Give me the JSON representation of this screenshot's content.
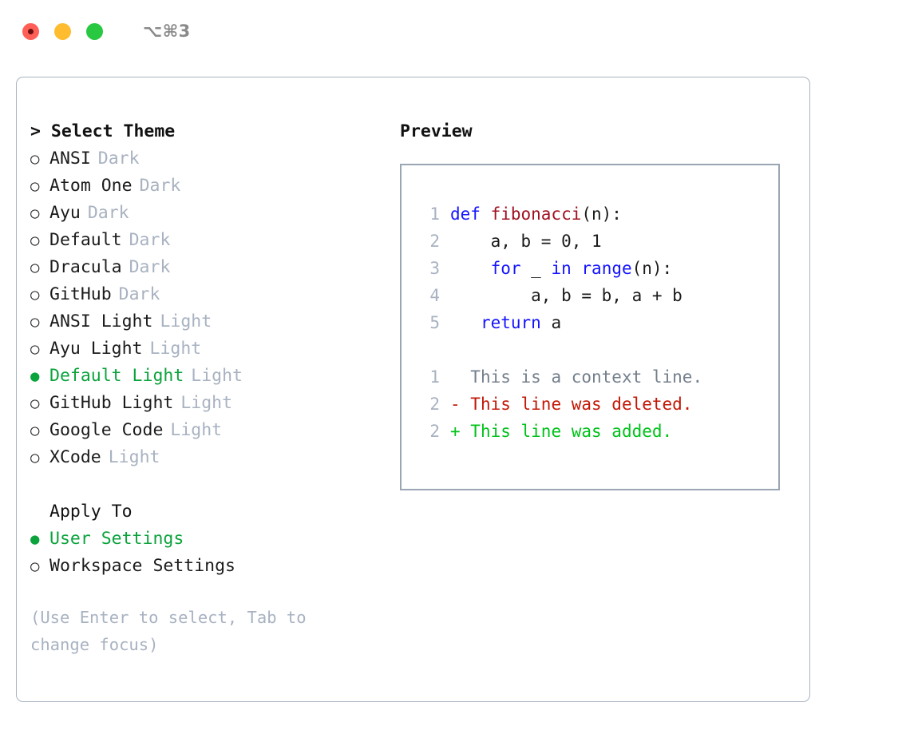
{
  "titlebar": {
    "shortcut": "⌥⌘3",
    "lights": [
      "close-red",
      "minimize-yellow",
      "maximize-green"
    ]
  },
  "theme_selector": {
    "header": "> Select Theme",
    "items": [
      {
        "bullet": "○",
        "label": "ANSI",
        "tag": "Dark",
        "selected": false
      },
      {
        "bullet": "○",
        "label": "Atom One",
        "tag": "Dark",
        "selected": false
      },
      {
        "bullet": "○",
        "label": "Ayu",
        "tag": "Dark",
        "selected": false
      },
      {
        "bullet": "○",
        "label": "Default",
        "tag": "Dark",
        "selected": false
      },
      {
        "bullet": "○",
        "label": "Dracula",
        "tag": "Dark",
        "selected": false
      },
      {
        "bullet": "○",
        "label": "GitHub",
        "tag": "Dark",
        "selected": false
      },
      {
        "bullet": "○",
        "label": "ANSI Light",
        "tag": "Light",
        "selected": false
      },
      {
        "bullet": "○",
        "label": "Ayu Light",
        "tag": "Light",
        "selected": false
      },
      {
        "bullet": "●",
        "label": "Default Light",
        "tag": "Light",
        "selected": true
      },
      {
        "bullet": "○",
        "label": "GitHub Light",
        "tag": "Light",
        "selected": false
      },
      {
        "bullet": "○",
        "label": "Google Code",
        "tag": "Light",
        "selected": false
      },
      {
        "bullet": "○",
        "label": "XCode",
        "tag": "Light",
        "selected": false
      }
    ]
  },
  "apply_to": {
    "label": "Apply To",
    "items": [
      {
        "bullet": "●",
        "label": "User Settings",
        "selected": true
      },
      {
        "bullet": "○",
        "label": "Workspace Settings",
        "selected": false
      }
    ]
  },
  "help": {
    "text": "(Use Enter to select, Tab to change focus)"
  },
  "preview": {
    "title": "Preview",
    "code_lines": [
      {
        "no": "1",
        "tokens": [
          {
            "t": "def ",
            "c": "kw"
          },
          {
            "t": "fibonacci",
            "c": "fn"
          },
          {
            "t": "(n):",
            "c": "plain"
          }
        ]
      },
      {
        "no": "2",
        "tokens": [
          {
            "t": "    a, b = 0, 1",
            "c": "plain"
          }
        ]
      },
      {
        "no": "3",
        "tokens": [
          {
            "t": "    ",
            "c": "plain"
          },
          {
            "t": "for",
            "c": "kw"
          },
          {
            "t": " _ ",
            "c": "plain"
          },
          {
            "t": "in",
            "c": "kw"
          },
          {
            "t": " ",
            "c": "plain"
          },
          {
            "t": "range",
            "c": "kw"
          },
          {
            "t": "(n):",
            "c": "plain"
          }
        ]
      },
      {
        "no": "4",
        "tokens": [
          {
            "t": "        a, b = b, a + b",
            "c": "plain"
          }
        ]
      },
      {
        "no": "5",
        "tokens": [
          {
            "t": "   ",
            "c": "plain"
          },
          {
            "t": "return",
            "c": "kw"
          },
          {
            "t": " a",
            "c": "plain"
          }
        ]
      }
    ],
    "diff_lines": [
      {
        "no": "1",
        "marker": " ",
        "text": " This is a context line.",
        "kind": "context"
      },
      {
        "no": "2",
        "marker": "-",
        "text": " This line was deleted.",
        "kind": "deleted"
      },
      {
        "no": "2",
        "marker": "+",
        "text": " This line was added.",
        "kind": "added"
      }
    ]
  },
  "colors": {
    "accent_green": "#0ba33c",
    "muted": "#a8b2c1",
    "keyword_blue": "#1414ff",
    "function_red": "#a01020",
    "diff_deleted": "#c21807",
    "diff_added": "#00c21b",
    "diff_context": "#737f8c",
    "border": "#a9b4c0"
  }
}
